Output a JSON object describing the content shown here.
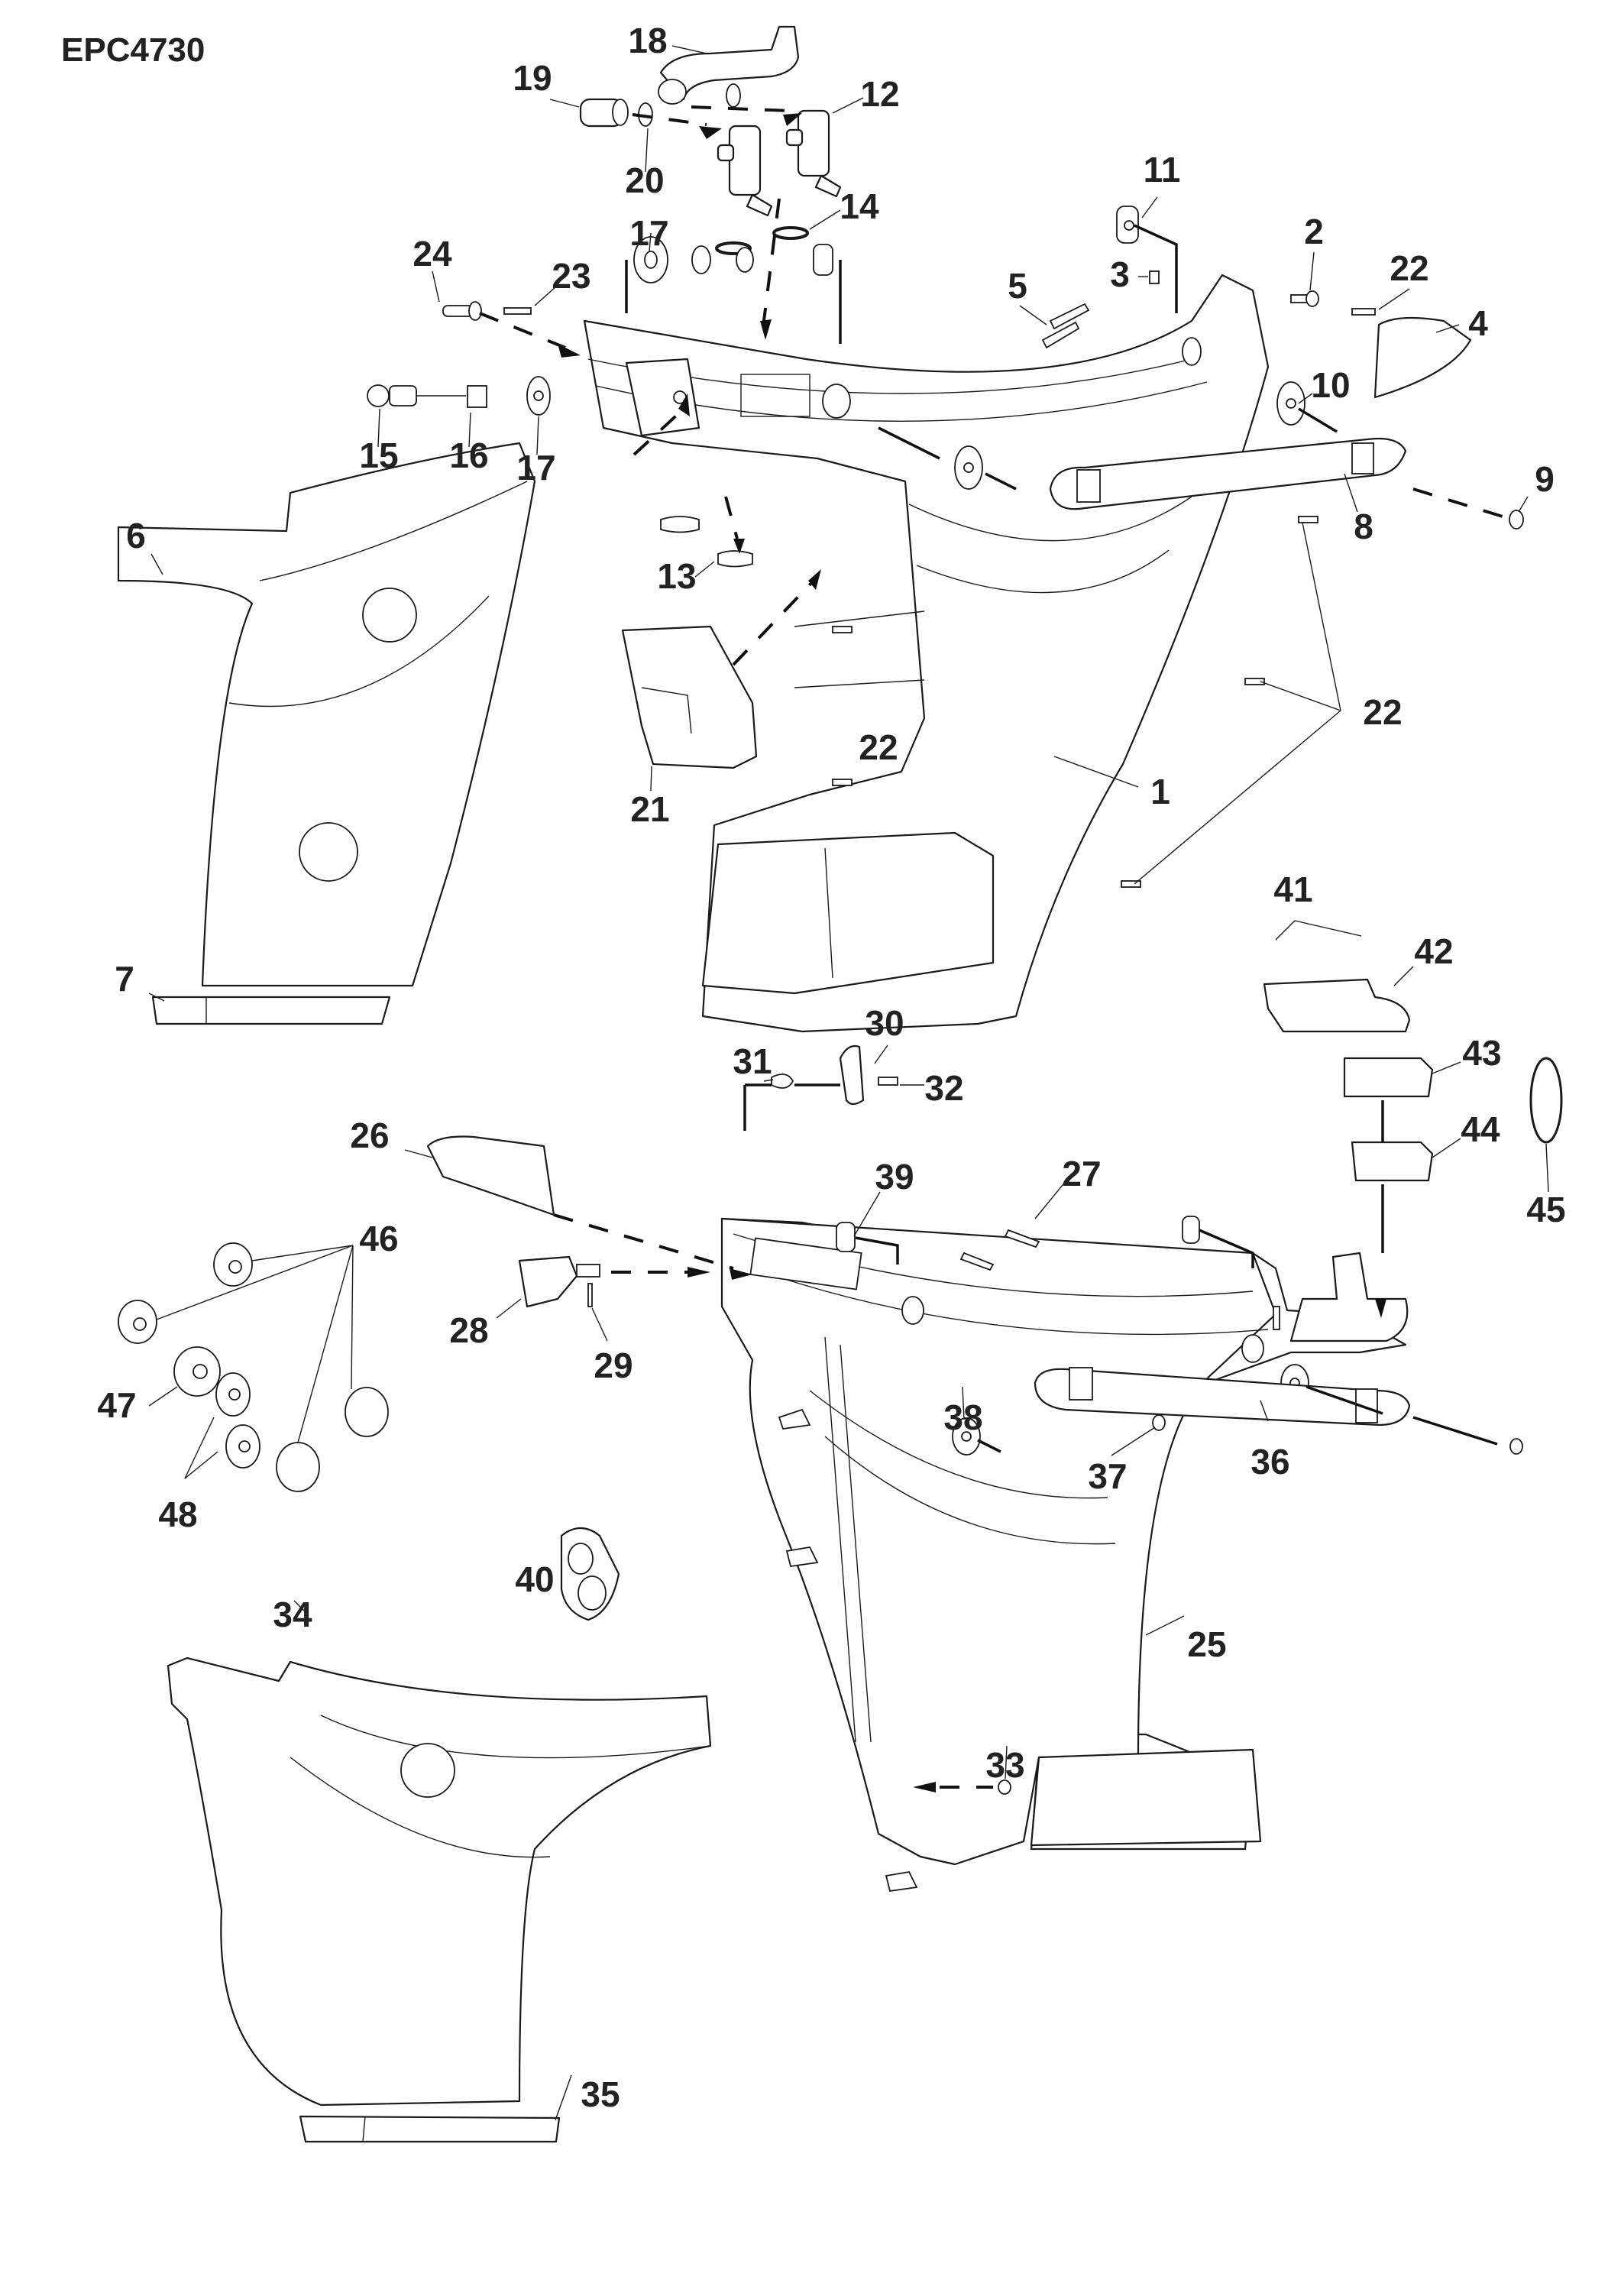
{
  "diagram": {
    "title": "EPC4730",
    "type": "exploded parts diagram",
    "callouts": [
      {
        "id": "18",
        "label": "18"
      },
      {
        "id": "19",
        "label": "19"
      },
      {
        "id": "12",
        "label": "12"
      },
      {
        "id": "20",
        "label": "20"
      },
      {
        "id": "11",
        "label": "11"
      },
      {
        "id": "14",
        "label": "14"
      },
      {
        "id": "17a",
        "label": "17"
      },
      {
        "id": "24",
        "label": "24"
      },
      {
        "id": "23",
        "label": "23"
      },
      {
        "id": "2",
        "label": "2"
      },
      {
        "id": "3",
        "label": "3"
      },
      {
        "id": "22a",
        "label": "22"
      },
      {
        "id": "5",
        "label": "5"
      },
      {
        "id": "4",
        "label": "4"
      },
      {
        "id": "10",
        "label": "10"
      },
      {
        "id": "15",
        "label": "15"
      },
      {
        "id": "16",
        "label": "16"
      },
      {
        "id": "17b",
        "label": "17"
      },
      {
        "id": "9",
        "label": "9"
      },
      {
        "id": "8",
        "label": "8"
      },
      {
        "id": "6",
        "label": "6"
      },
      {
        "id": "13",
        "label": "13"
      },
      {
        "id": "22b",
        "label": "22"
      },
      {
        "id": "22c",
        "label": "22"
      },
      {
        "id": "1",
        "label": "1"
      },
      {
        "id": "21",
        "label": "21"
      },
      {
        "id": "41",
        "label": "41"
      },
      {
        "id": "42",
        "label": "42"
      },
      {
        "id": "7",
        "label": "7"
      },
      {
        "id": "30",
        "label": "30"
      },
      {
        "id": "43",
        "label": "43"
      },
      {
        "id": "31",
        "label": "31"
      },
      {
        "id": "32",
        "label": "32"
      },
      {
        "id": "26",
        "label": "26"
      },
      {
        "id": "44",
        "label": "44"
      },
      {
        "id": "39",
        "label": "39"
      },
      {
        "id": "27",
        "label": "27"
      },
      {
        "id": "45",
        "label": "45"
      },
      {
        "id": "46",
        "label": "46"
      },
      {
        "id": "28",
        "label": "28"
      },
      {
        "id": "29",
        "label": "29"
      },
      {
        "id": "47",
        "label": "47"
      },
      {
        "id": "38",
        "label": "38"
      },
      {
        "id": "37",
        "label": "37"
      },
      {
        "id": "36",
        "label": "36"
      },
      {
        "id": "48",
        "label": "48"
      },
      {
        "id": "40",
        "label": "40"
      },
      {
        "id": "34",
        "label": "34"
      },
      {
        "id": "25",
        "label": "25"
      },
      {
        "id": "33",
        "label": "33"
      },
      {
        "id": "35",
        "label": "35"
      }
    ]
  }
}
